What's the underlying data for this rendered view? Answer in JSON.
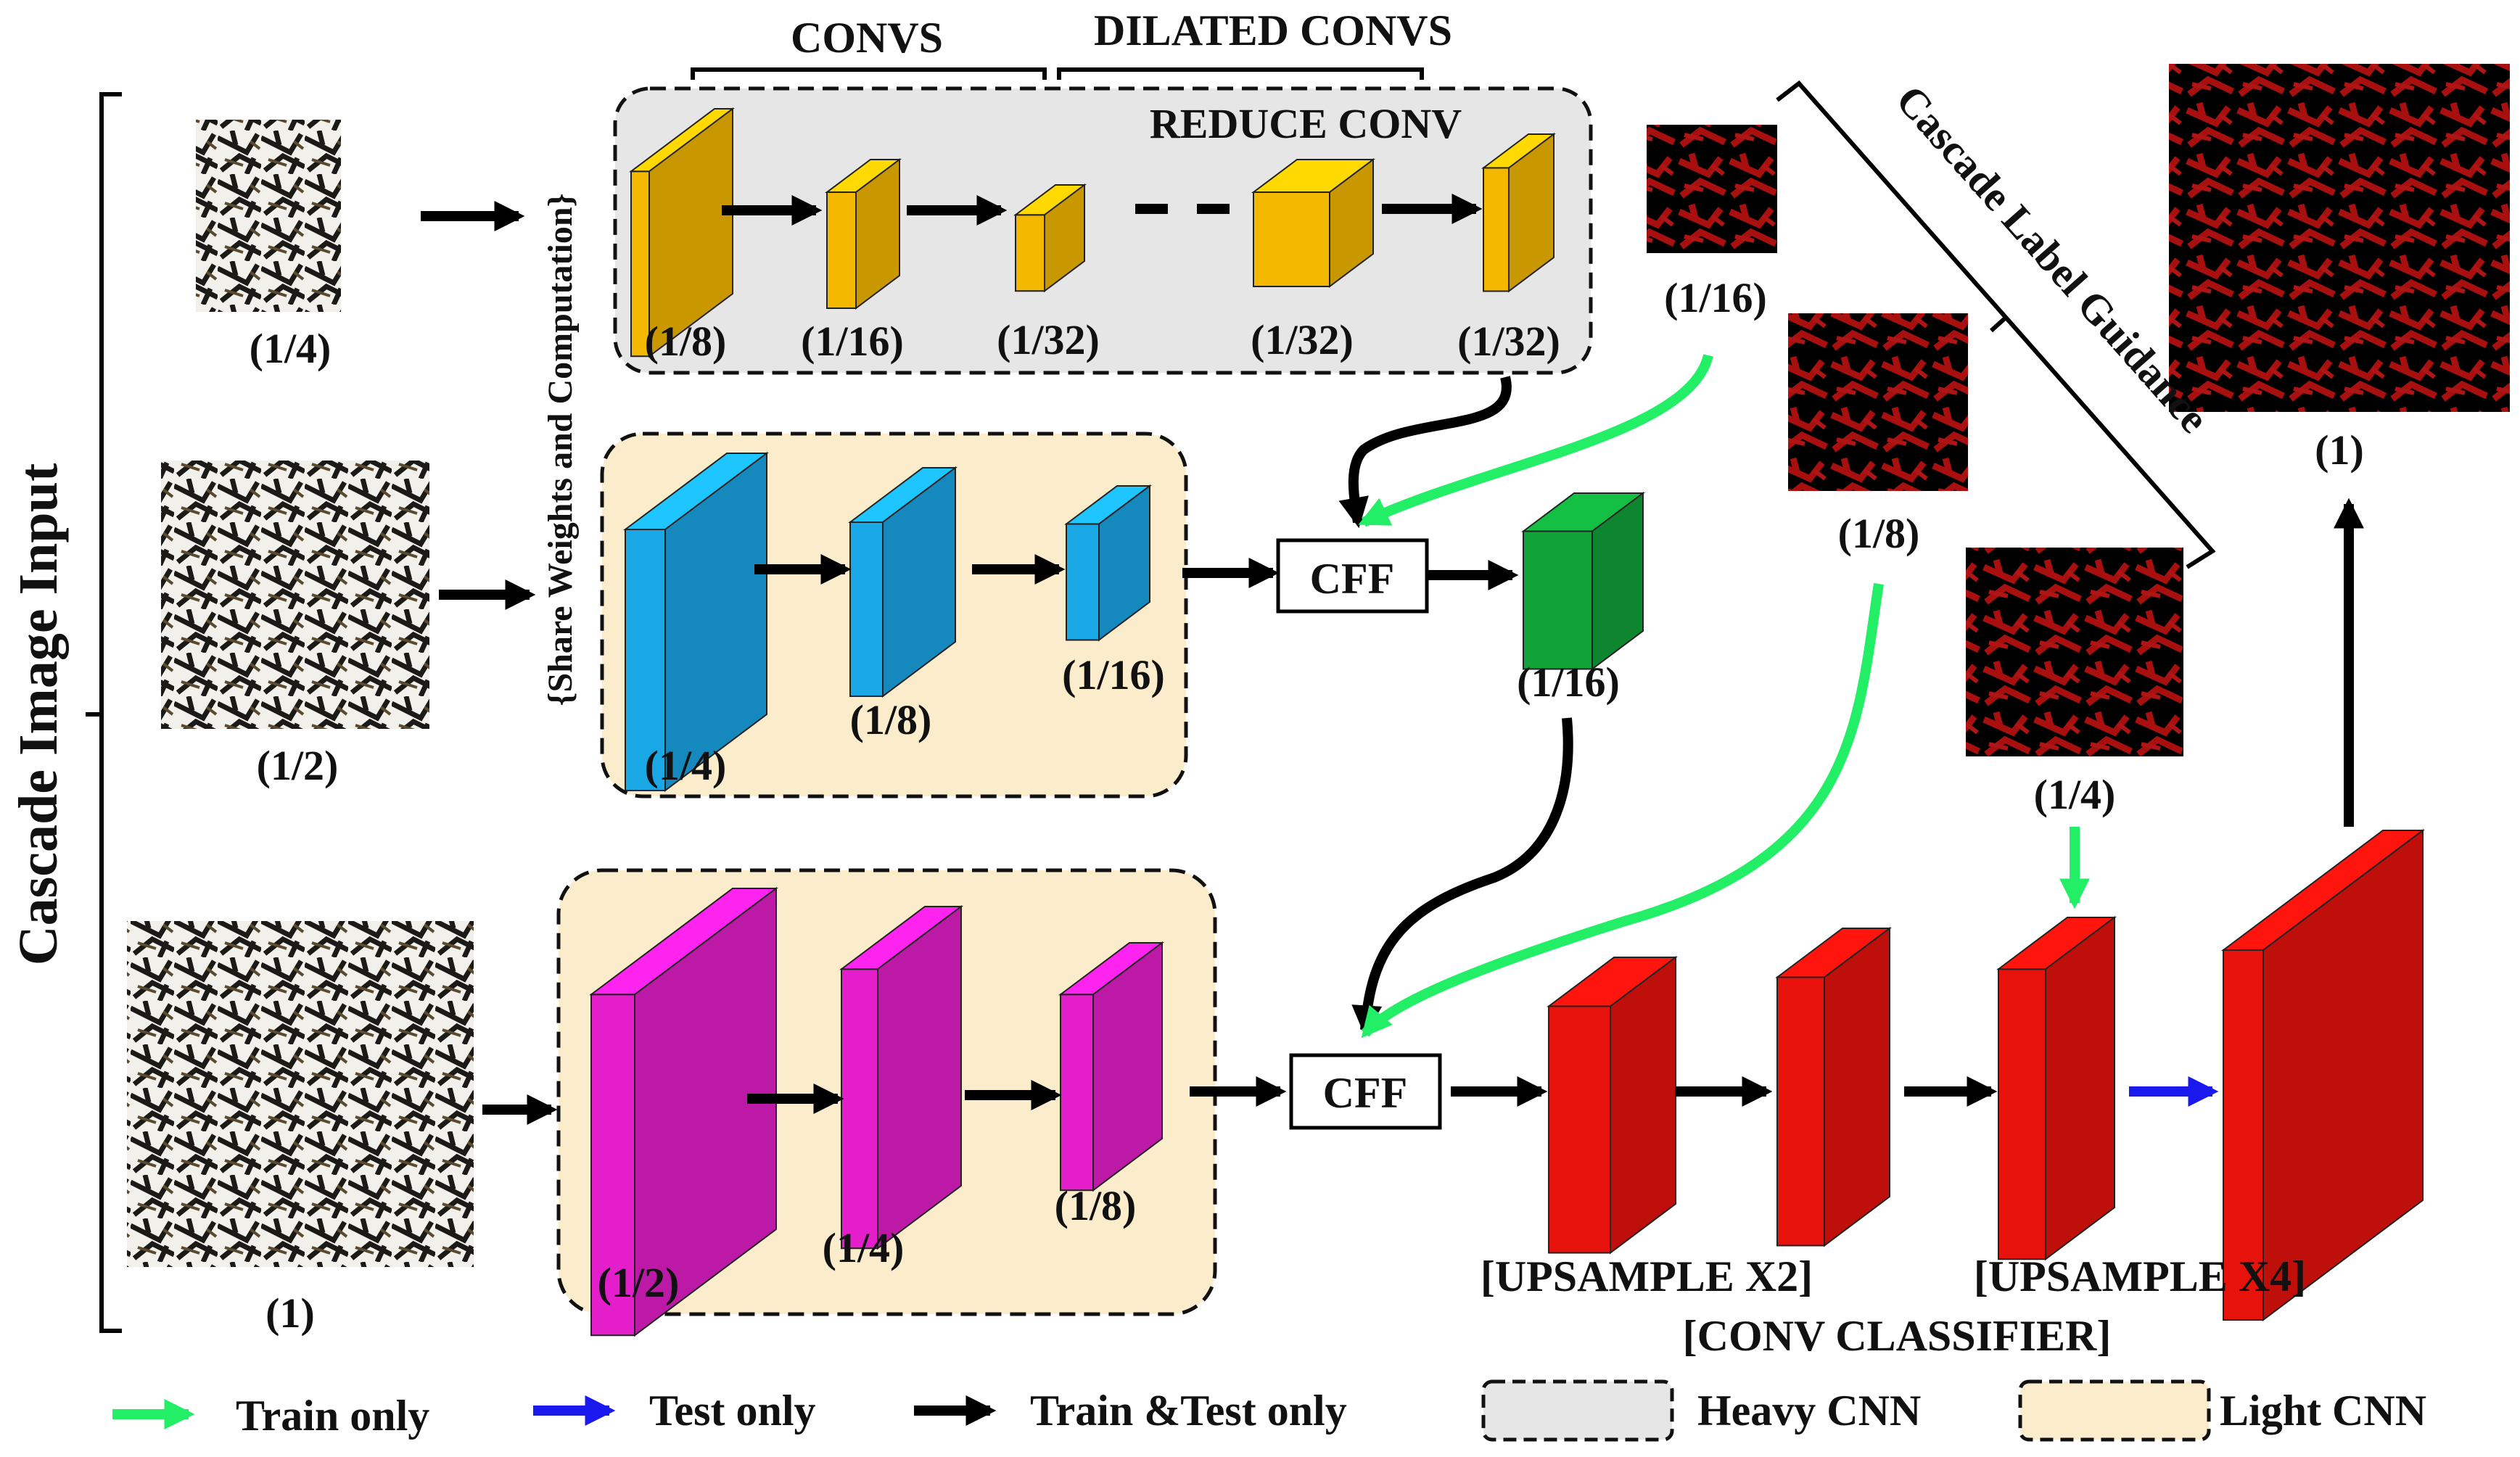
{
  "side_label": "Cascade Image Input",
  "share_label": "{Share Weights and Computation}",
  "cascade_label": "Cascade Label Guidance",
  "top_headers": {
    "convs": "CONVS",
    "dilated": "DILATED CONVS",
    "reduce": "REDUCE CONV"
  },
  "inputs": [
    {
      "label": "(1/4)"
    },
    {
      "label": "(1/2)"
    },
    {
      "label": "(1)"
    }
  ],
  "heavy_layers": [
    "(1/8)",
    "(1/16)",
    "(1/32)",
    "(1/32)",
    "(1/32)"
  ],
  "light_mid_layers": [
    "(1/4)",
    "(1/8)",
    "(1/16)"
  ],
  "light_low_layers": [
    "(1/2)",
    "(1/4)",
    "(1/8)"
  ],
  "cff_label": "CFF",
  "cff_out_label": "(1/16)",
  "labels_maps": [
    "(1/16)",
    "(1/8)",
    "(1/4)",
    "(1)"
  ],
  "decoder_captions": {
    "up2": "[UPSAMPLE X2]",
    "up4": "[UPSAMPLE X4]",
    "classifier": "[CONV CLASSIFIER]"
  },
  "legend": {
    "train": "Train only",
    "test": "Test only",
    "both": "Train &Test only",
    "heavy": "Heavy CNN",
    "light": "Light CNN"
  },
  "colors": {
    "heavy_block": "#f5b800",
    "light_mid_block": "#1aa7e6",
    "light_low_block": "#e41ecb",
    "green_block": "#11a33a",
    "decoder_block": "#e8120c",
    "train_arrow": "#22ee66",
    "test_arrow": "#1a1aee",
    "heavy_bg": "#e6e6e6",
    "light_bg": "#fbeccb"
  }
}
